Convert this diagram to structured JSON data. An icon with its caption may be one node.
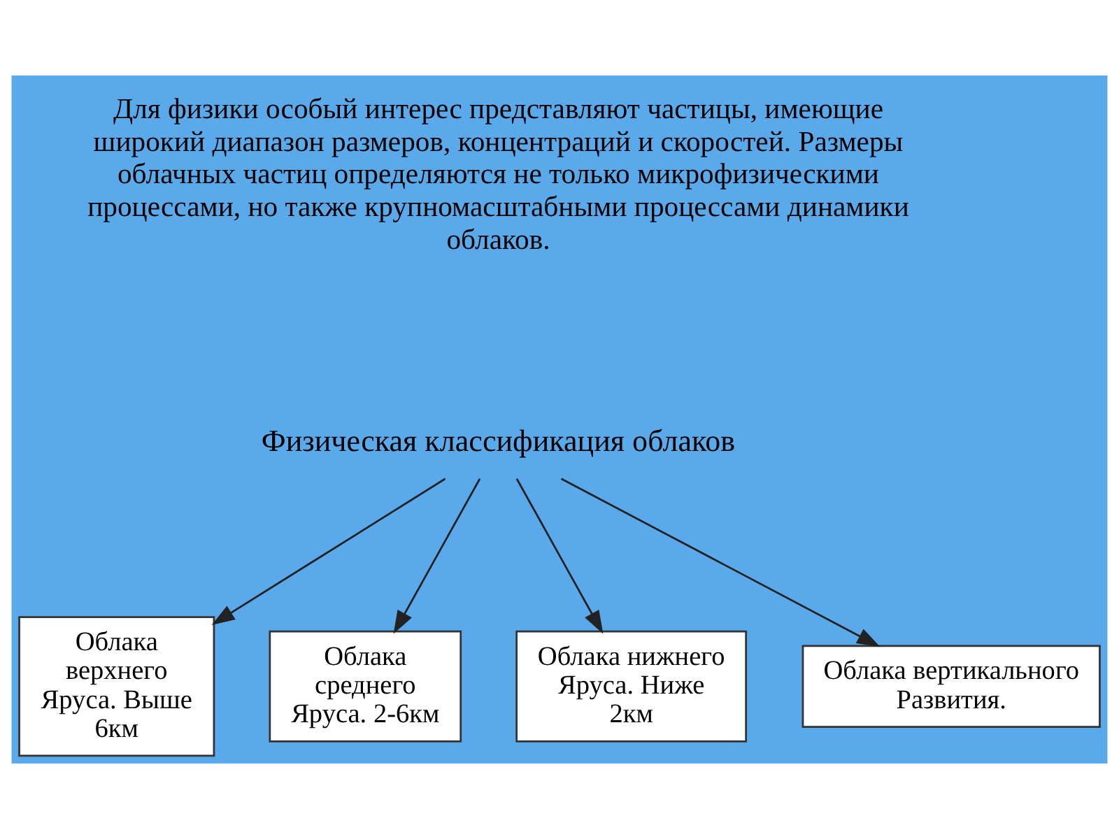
{
  "diagram": {
    "nodes": [
      {
        "text": [
          "Физическая классификация облаков"
        ]
      },
      {
        "text": [
          "Облака верхнего Яруса. Выше 6км"
        ]
      },
      {
        "text": [
          "Облака среднего Яруса. 2-6км"
        ]
      },
      {
        "text": [
          "Облака нижнего Яруса. Ниже 2км"
        ]
      },
      {
        "text": [
          "Облака вертикального Развития."
        ]
      }
    ],
    "edges": [
      {
        "from": 0,
        "to": 1,
        "arrow": "to"
      },
      {
        "from": 0,
        "to": 2,
        "arrow": "to"
      },
      {
        "from": 0,
        "to": 3,
        "arrow": "to"
      },
      {
        "from": 0,
        "to": 4,
        "arrow": "to"
      }
    ],
    "labels": [
      "Для физики особый интерес представляют частицы, имеющие широкий диапазон размеров, концентраций и скоростей. Размеры облачных частиц определяются не только микрофизическими процессами, но также крупномасштабными процессами динамики облаков."
    ]
  }
}
